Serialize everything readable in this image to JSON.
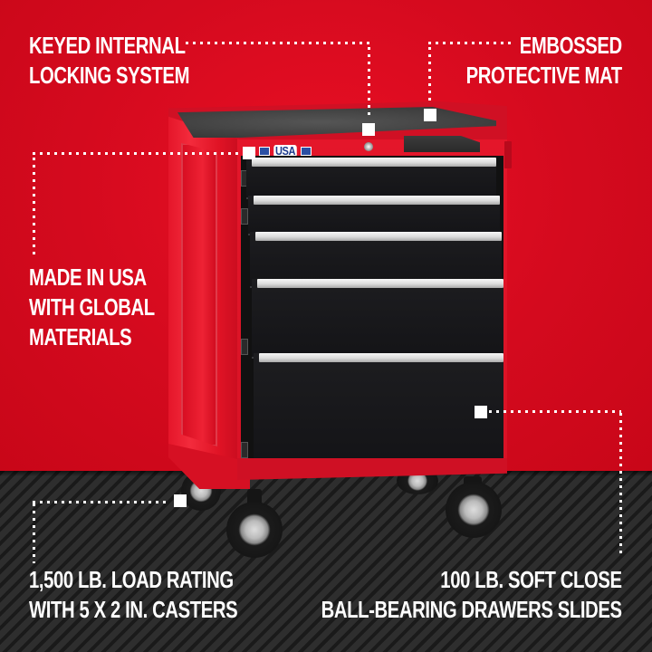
{
  "colors": {
    "brand_red": "#d6061d",
    "dark_floor": "#242424",
    "drawer_black": "#1a1a1d",
    "handle_silver": "#e2e2e2",
    "text_white": "#ffffff"
  },
  "callouts": {
    "locking": {
      "line1": "KEYED INTERNAL",
      "line2": "LOCKING SYSTEM"
    },
    "mat": {
      "line1": "EMBOSSED",
      "line2": "PROTECTIVE MAT"
    },
    "made_in_usa": {
      "line1": "MADE IN USA",
      "line2": "WITH GLOBAL",
      "line3": "MATERIALS"
    },
    "load_rating": {
      "line1": "1,500 LB. LOAD RATING",
      "line2": "WITH 5 X 2 IN. CASTERS"
    },
    "slides": {
      "line1": "100 LB. SOFT CLOSE",
      "line2": "BALL-BEARING DRAWERS SLIDES"
    }
  },
  "product": {
    "badge_text": "USA",
    "drawer_count": 5,
    "caster_count": 4
  }
}
